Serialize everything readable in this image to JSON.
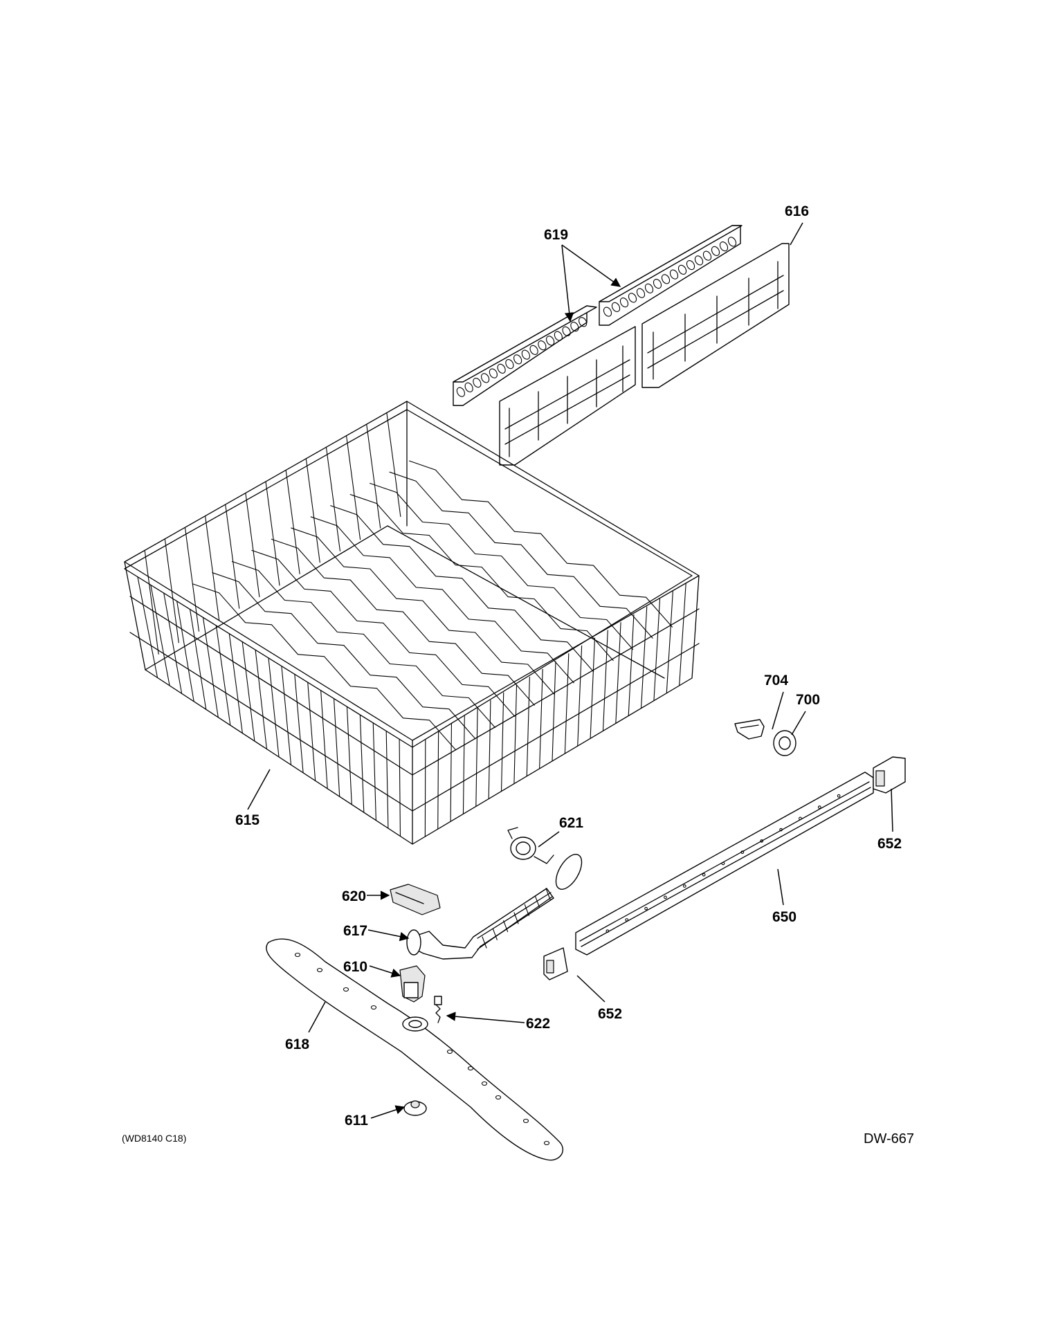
{
  "callouts": {
    "c616": "616",
    "c619": "619",
    "c704": "704",
    "c700": "700",
    "c615": "615",
    "c621": "621",
    "c652a": "652",
    "c620": "620",
    "c650": "650",
    "c617": "617",
    "c610": "610",
    "c652b": "652",
    "c622": "622",
    "c618": "618",
    "c611": "611"
  },
  "footer": {
    "source_code": "(WD8140 C18)",
    "diagram_id": "DW-667"
  }
}
